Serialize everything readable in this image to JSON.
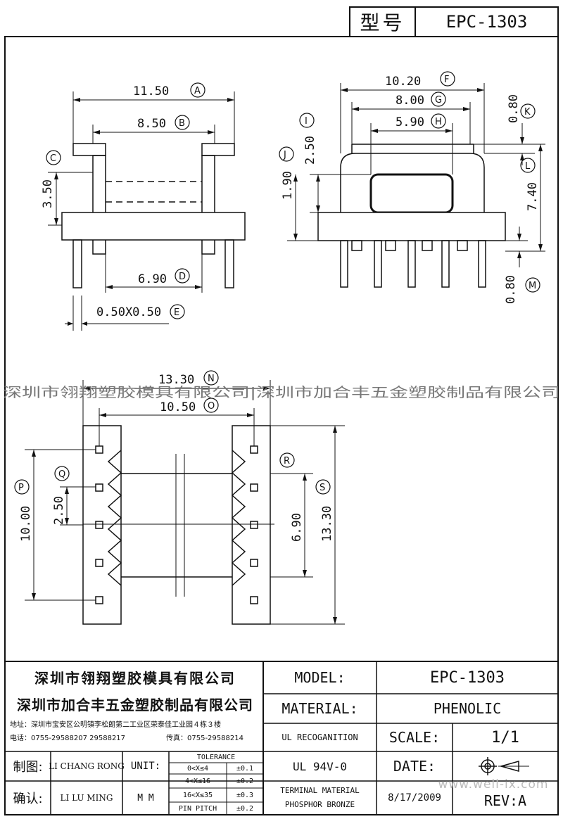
{
  "header": {
    "model_label": "型号",
    "model_value": "EPC-1303"
  },
  "dimensions": [
    {
      "id": "A",
      "value": "11.50"
    },
    {
      "id": "B",
      "value": "8.50"
    },
    {
      "id": "C",
      "value": "3.50"
    },
    {
      "id": "D",
      "value": "6.90"
    },
    {
      "id": "E",
      "value": "0.50X0.50"
    },
    {
      "id": "F",
      "value": "10.20"
    },
    {
      "id": "G",
      "value": "8.00"
    },
    {
      "id": "H",
      "value": "5.90"
    },
    {
      "id": "I",
      "value": "2.50"
    },
    {
      "id": "J",
      "value": "1.90"
    },
    {
      "id": "K",
      "value": "0.80"
    },
    {
      "id": "L",
      "value": "7.40"
    },
    {
      "id": "M",
      "value": "0.80"
    },
    {
      "id": "N",
      "value": "13.30"
    },
    {
      "id": "O",
      "value": "10.50"
    },
    {
      "id": "P",
      "value": "10.00"
    },
    {
      "id": "Q",
      "value": "2.50"
    },
    {
      "id": "R",
      "value": "6.90"
    },
    {
      "id": "S",
      "value": "13.30"
    }
  ],
  "watermark": "深圳市翎翔塑胶模具有限公司|深圳市加合丰五金塑胶制品有限公司",
  "title_block": {
    "company1": "深圳市翎翔塑胶模具有限公司",
    "company2": "深圳市加合丰五金塑胶制品有限公司",
    "address": "地址：深圳市宝安区公明镇李松朗第二工业区荣泰佳工业园４栋３楼",
    "phone": "电话：0755-29588207  29588217",
    "fax": "传真：0755-29588214",
    "drawn_label": "制图:",
    "drawn_by": "LI CHANG RONG",
    "check_label": "确认:",
    "checked_by": "LI LU MING",
    "unit_label": "UNIT:",
    "unit_value": "M M",
    "tolerance_header": "TOLERANCE",
    "tolerances": [
      {
        "range": "0<X≤4",
        "tol": "±0.1"
      },
      {
        "range": "4<X≤16",
        "tol": "±0.2"
      },
      {
        "range": "16<X≤35",
        "tol": "±0.3"
      },
      {
        "range": "PIN PITCH",
        "tol": "±0.2"
      }
    ],
    "model_label": "MODEL:",
    "model_value": "EPC-1303",
    "material_label": "MATERIAL:",
    "material_value": "PHENOLIC",
    "ul_label": "UL RECOGANITION",
    "ul_value": "UL 94V-0",
    "terminal_line1": "TERMINAL MATERIAL",
    "terminal_line2": "PHOSPHOR  BRONZE",
    "scale_label": "SCALE:",
    "scale_value": "1/1",
    "date_label": "DATE:",
    "date_value": "8/17/2009",
    "rev_label": "REV:A"
  },
  "site_watermark": "www.well-ix.com"
}
